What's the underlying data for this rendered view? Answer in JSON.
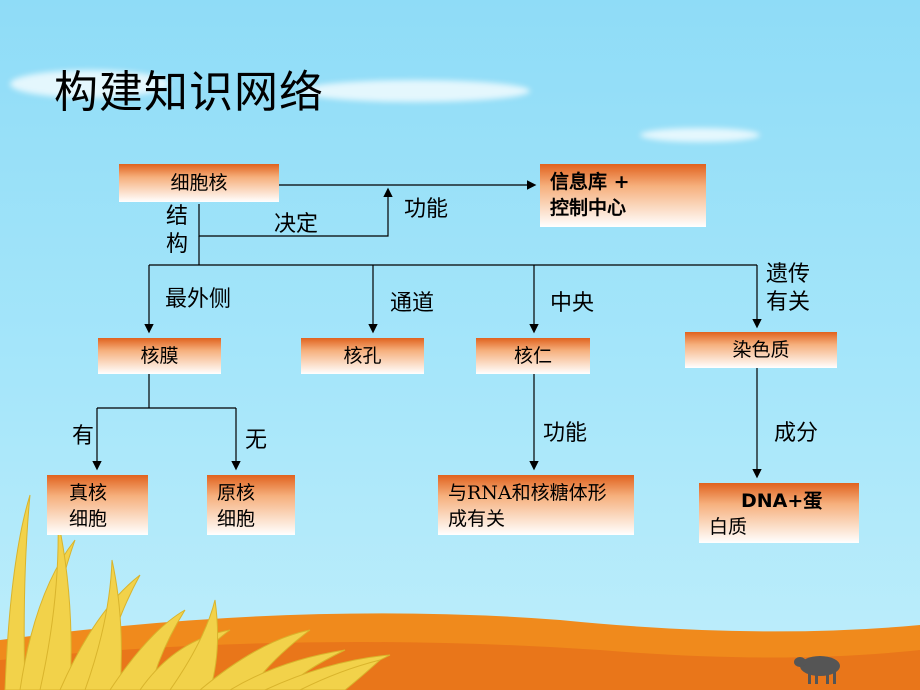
{
  "title": "构建知识网络",
  "nodes": {
    "nucleus": "细胞核",
    "info": [
      "信息库 +",
      "控制中心"
    ],
    "membrane": "核膜",
    "pore": "核孔",
    "nucleolus": "核仁",
    "chromatin": "染色质",
    "eukaryote": [
      "真核",
      "细胞"
    ],
    "prokaryote": [
      "原核",
      "细胞"
    ],
    "nucleolus_func": [
      "与RNA和核糖体形",
      "成有关"
    ],
    "chromatin_comp": [
      "DNA+蛋",
      "白质"
    ]
  },
  "labels": {
    "structure": [
      "结",
      "构"
    ],
    "determines": "决定",
    "function": "功能",
    "outermost": "最外侧",
    "channel": "通道",
    "center": "中央",
    "heredity": [
      "遗传",
      "有关"
    ],
    "has": "有",
    "none": "无",
    "function2": "功能",
    "component": "成分"
  },
  "colors": {
    "sky": "#9ee2f8",
    "box_top": "#e0621e",
    "ground": "#f08a1c",
    "grass": "#f2d24a"
  }
}
